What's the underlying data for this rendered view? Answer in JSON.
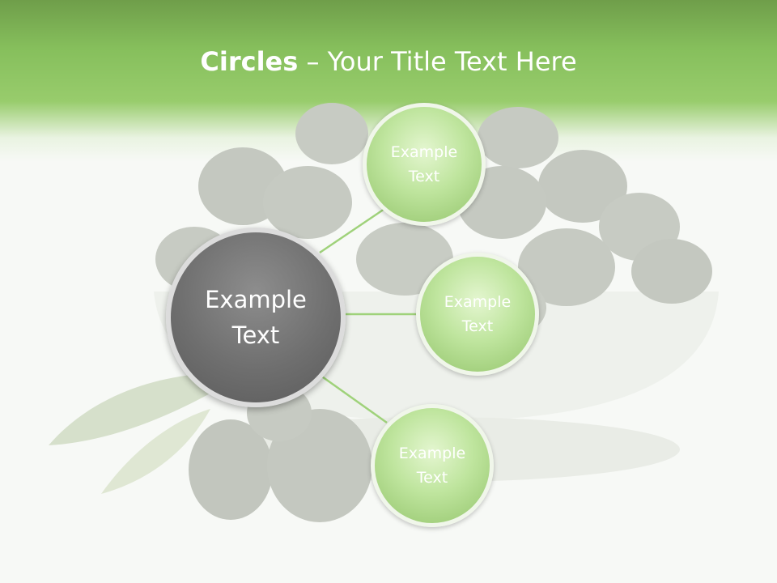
{
  "slide": {
    "title_bold": "Circles",
    "title_rest": " – Your Title Text Here"
  },
  "diagram": {
    "center": {
      "label": "Example\nText"
    },
    "nodes": [
      {
        "label": "Example\nText"
      },
      {
        "label": "Example\nText"
      },
      {
        "label": "Example\nText"
      }
    ]
  },
  "colors": {
    "header_green": "#86bf5c",
    "node_green": "#bfe59e",
    "center_gray": "#6f6f6f",
    "connector_green": "#9fd27a"
  }
}
